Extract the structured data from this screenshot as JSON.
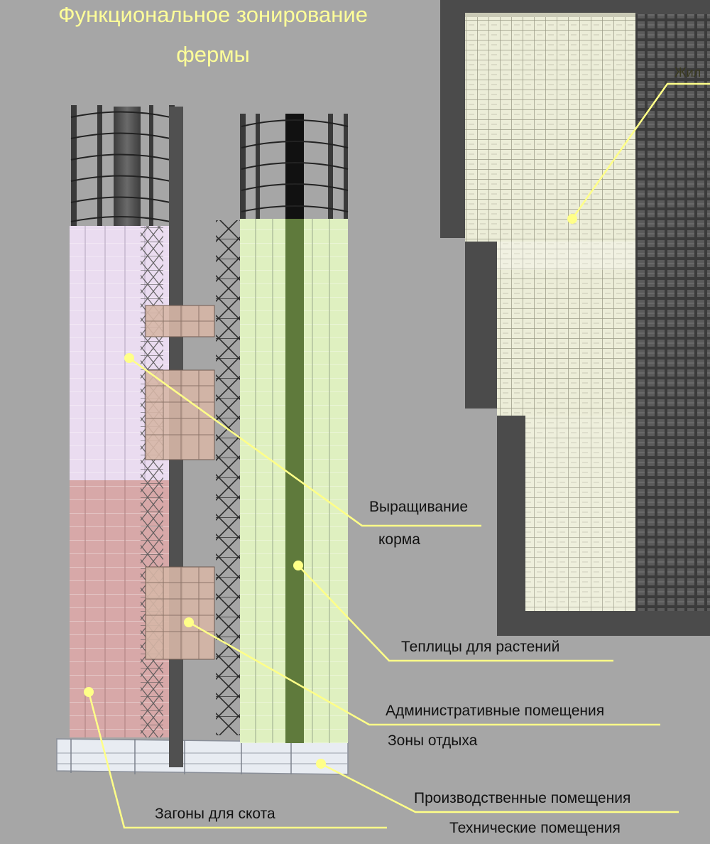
{
  "title": {
    "line1": "Функциональное зонирование",
    "line2": "фермы"
  },
  "labels": {
    "feed_growing_1": "Выращивание",
    "feed_growing_2": "корма",
    "greenhouses": "Теплицы для растений",
    "admin": "Административные помещения",
    "rest": "Зоны отдыха",
    "production": "Производственные помещения",
    "technical": "Технические помещения",
    "livestock": "Загоны для скота",
    "residential": "Жил"
  },
  "colors": {
    "background": "#a6a6a6",
    "title": "#ffff99",
    "leader_line": "#ffff88",
    "feed_zone": "#eadcf0",
    "livestock_zone": "#d7a8a8",
    "admin_zone": "#d6b6a6",
    "greenhouse_zone": "#dff0c0",
    "core": "#5f7a3c"
  }
}
